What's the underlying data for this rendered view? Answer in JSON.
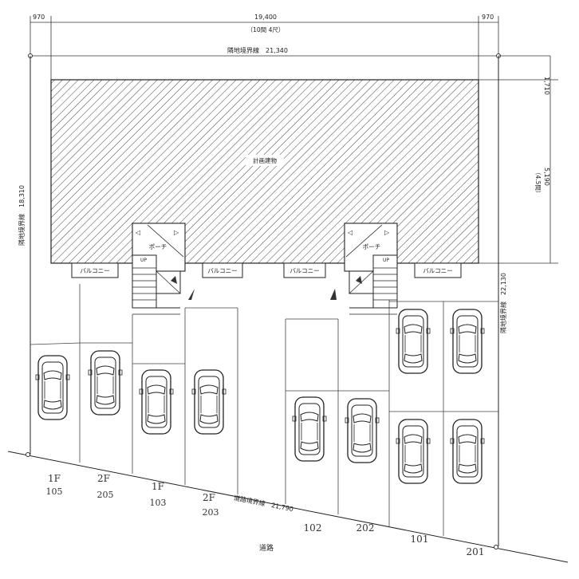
{
  "dimensions": {
    "left_setback": "970",
    "building_width": "19,400",
    "building_width_note": "（10間 4尺）",
    "right_setback": "970",
    "north_boundary": "隣地境界線　21,340",
    "right_top": "1,710",
    "right_depth": "5,190",
    "right_depth_note": "（4.5間）",
    "left_boundary": "隣地境界線　18,310",
    "right_boundary": "隣地境界線　22,130",
    "road_boundary": "道路境界線　21,790"
  },
  "building": {
    "label": "計画建物",
    "porch_left": "ポーチ",
    "porch_right": "ポーチ",
    "up_left": "UP",
    "up_right": "UP",
    "balconies": [
      "バルコニー",
      "バルコニー",
      "バルコニー",
      "バルコニー"
    ]
  },
  "road": {
    "label": "道路"
  },
  "parking_labels": [
    {
      "floor": "1F",
      "room": "105"
    },
    {
      "floor": "2F",
      "room": "205"
    },
    {
      "floor": "1F",
      "room": "103"
    },
    {
      "floor": "2F",
      "room": "203"
    },
    {
      "floor": "",
      "room": "102"
    },
    {
      "floor": "",
      "room": "202"
    },
    {
      "floor": "",
      "room": "101"
    },
    {
      "floor": "",
      "room": "201"
    }
  ]
}
